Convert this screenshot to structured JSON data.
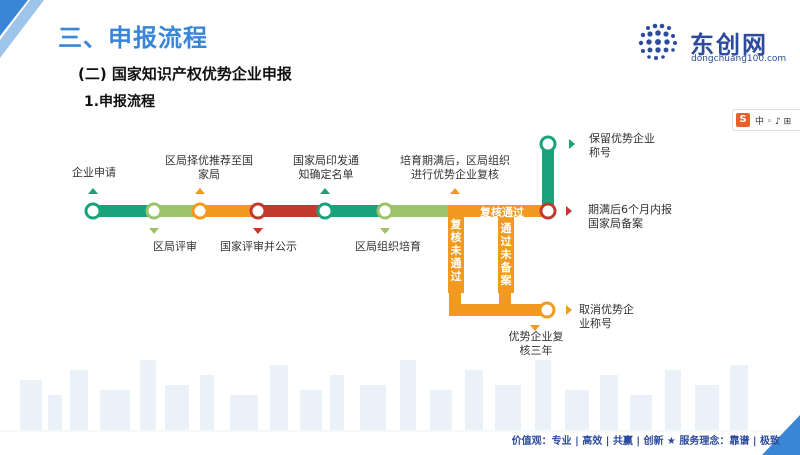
{
  "header": {
    "section_title": "三、申报流程",
    "subtitle": "(二) 国家知识产权优势企业申报",
    "step_title": "1.申报流程"
  },
  "logo": {
    "name": "东创网",
    "url_text": "dongchuang100.com"
  },
  "ime_toolbar": {
    "brand": "S",
    "items": "中 ◦ ♪ ⊞"
  },
  "flow": {
    "labels": {
      "enterprise_apply": "企业申请",
      "district_recommend": "区局择优推荐至国家局",
      "district_review": "区局评审",
      "national_review": "国家评审并公示",
      "national_notice": "国家局印发通知确定名单",
      "district_cultivate": "区局组织培育",
      "cultivation_review": "培育期满后，区局组织进行优势企业复核",
      "keep_title": "保留优势企业称号",
      "expire_record": "期满后6个月内报国家局备案",
      "cancel_title": "取消优势企业称号",
      "review_3yrs": "优势企业复核三年"
    },
    "lines": {
      "review_passed": "复核通过",
      "review_failed": "复核未通过",
      "not_recorded": "通过未备案"
    },
    "colors": {
      "teal": "#1aa37a",
      "green_light": "#9bc46a",
      "orange": "#f29a1f",
      "red": "#c23a2e",
      "arrow_orange": "#f29a1f",
      "arrow_green": "#1aa37a",
      "arrow_red": "#c23a2e"
    }
  },
  "footer": {
    "slogan": "价值观：专业 | 高效 | 共赢 | 创新  ★  服务理念：靠谱 | 极致"
  }
}
